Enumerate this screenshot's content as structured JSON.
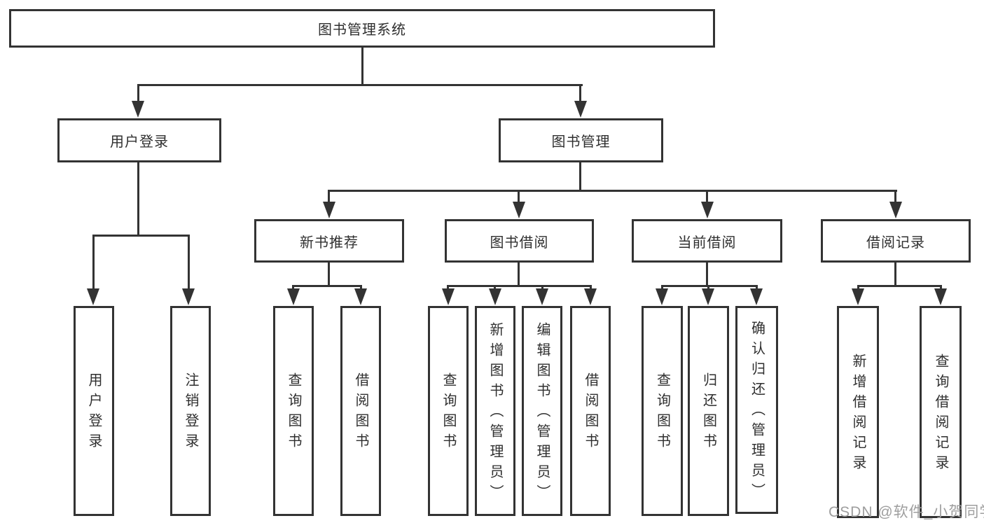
{
  "colors": {
    "background": "#ffffff",
    "line": "#333333",
    "text": "#2f2f2f",
    "watermark": "#9e9e9e"
  },
  "watermark": {
    "text": "CSDN @软件_小贺同学"
  },
  "diagram": {
    "root": {
      "label": "图书管理系统"
    },
    "branches": [
      {
        "id": "user-login",
        "label": "用户登录",
        "children": [
          {
            "label": "用户登录"
          },
          {
            "label": "注销登录"
          }
        ]
      },
      {
        "id": "book-management",
        "label": "图书管理",
        "sections": [
          {
            "id": "new-book-recommend",
            "label": "新书推荐",
            "children": [
              {
                "label": "查询图书"
              },
              {
                "label": "借阅图书"
              }
            ]
          },
          {
            "id": "book-borrowing",
            "label": "图书借阅",
            "children": [
              {
                "label": "查询图书"
              },
              {
                "label": "新增图书（管理员）"
              },
              {
                "label": "编辑图书（管理员）"
              },
              {
                "label": "借阅图书"
              }
            ]
          },
          {
            "id": "current-borrowing",
            "label": "当前借阅",
            "children": [
              {
                "label": "查询图书"
              },
              {
                "label": "归还图书"
              },
              {
                "label": "确认归还（管理员）"
              }
            ]
          },
          {
            "id": "borrowing-records",
            "label": "借阅记录",
            "children": [
              {
                "label": "新增借阅记录"
              },
              {
                "label": "查询借阅记录"
              }
            ]
          }
        ]
      }
    ]
  }
}
